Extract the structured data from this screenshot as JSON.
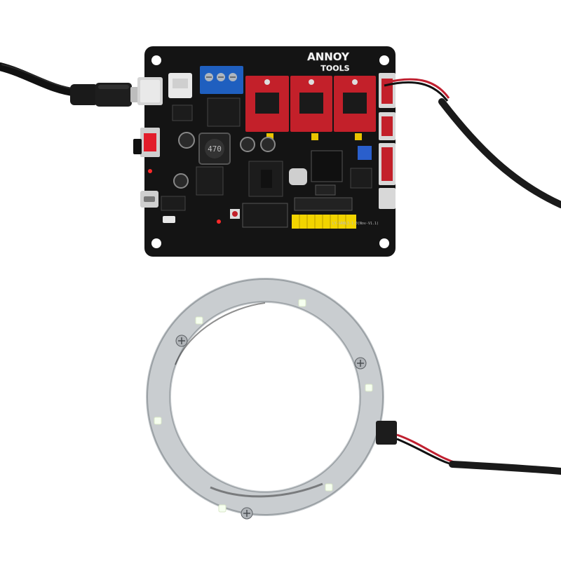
{
  "photo": {
    "subject": "controller-board-and-led-ring",
    "background_color": "#ffffff"
  },
  "board": {
    "brand_line1": "ANNOY",
    "brand_line2": "TOOLS",
    "inductor_marking": "470",
    "silk_version": "LY-GRBL3-1.0(Nov-V1.1)",
    "pcb_color": "#141414",
    "driver_color": "#c3202a",
    "terminal_color": "#1f5fbf",
    "header_color": "#f2d400"
  },
  "ring": {
    "led_count": 6,
    "screw_count": 3,
    "ring_color": "#c9cdd0"
  }
}
